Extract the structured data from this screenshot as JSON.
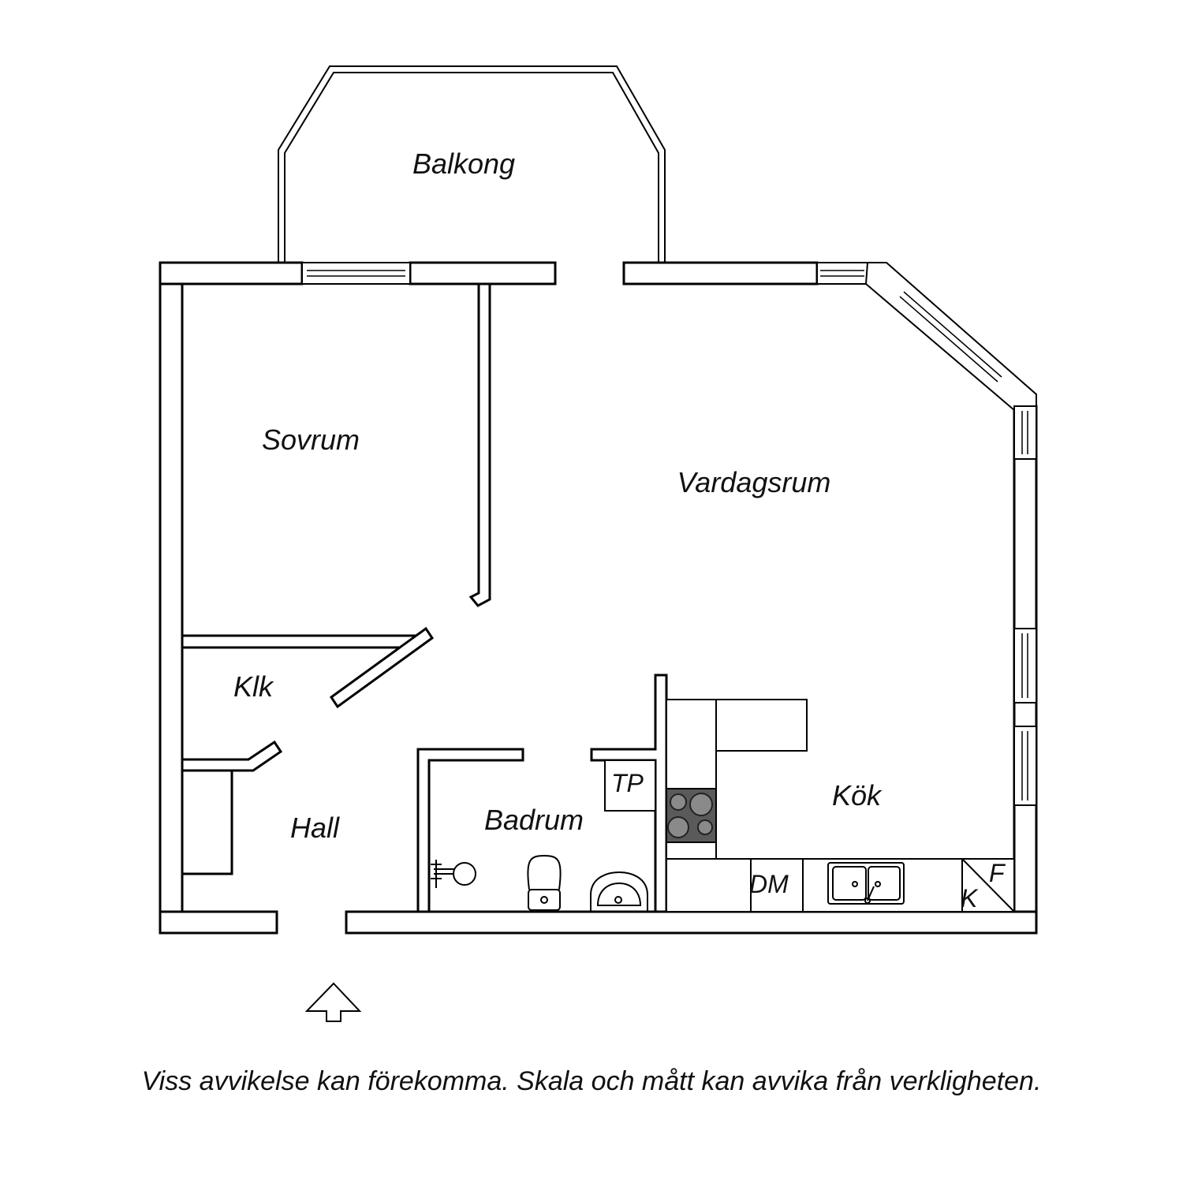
{
  "rooms": {
    "balkong": "Balkong",
    "sovrum": "Sovrum",
    "vardagsrum": "Vardagsrum",
    "klk": "Klk",
    "hall": "Hall",
    "badrum": "Badrum",
    "kok": "Kök"
  },
  "fixtures": {
    "tp": "TP",
    "dm": "DM",
    "f": "F",
    "k": "K"
  },
  "disclaimer": "Viss avvikelse kan förekomma. Skala och mått kan avvika från verkligheten.",
  "colors": {
    "line": "#000000",
    "background": "#ffffff",
    "stove": "#5a5a5a"
  },
  "icons": [
    "entrance-arrow-icon",
    "stove-icon",
    "sink-icon",
    "toilet-icon",
    "washbasin-icon",
    "shower-icon"
  ]
}
